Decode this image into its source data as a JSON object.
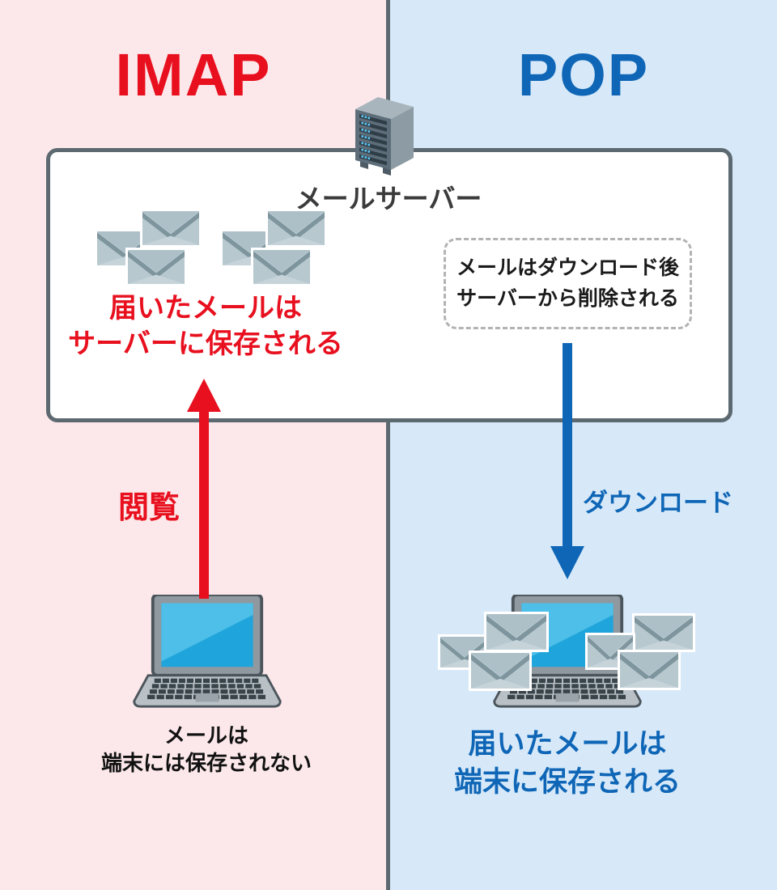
{
  "titles": {
    "imap": "IMAP",
    "pop": "POP"
  },
  "server": {
    "label": "メールサーバー"
  },
  "imap_panel": {
    "caption_line1": "届いたメールは",
    "caption_line2": "サーバーに保存される",
    "arrow_label": "閲覧",
    "device_caption_line1": "メールは",
    "device_caption_line2": "端末には保存されない"
  },
  "pop_panel": {
    "note_line1": "メールはダウンロード後",
    "note_line2": "サーバーから削除される",
    "arrow_label": "ダウンロード",
    "device_caption_line1": "届いたメールは",
    "device_caption_line2": "端末に保存される"
  },
  "icons": {
    "server": "server-icon",
    "envelope": "envelope-icon",
    "laptop": "laptop-icon",
    "arrow_up": "up-arrow-icon",
    "arrow_down": "down-arrow-icon"
  },
  "colors": {
    "imap_red": "#e8101f",
    "pop_blue": "#0f66b6",
    "left_bg": "#fce8ea",
    "right_bg": "#d7e9f9",
    "frame_gray": "#5d6971",
    "note_text": "#1a1a1a",
    "server_label": "#3b3b3b"
  }
}
